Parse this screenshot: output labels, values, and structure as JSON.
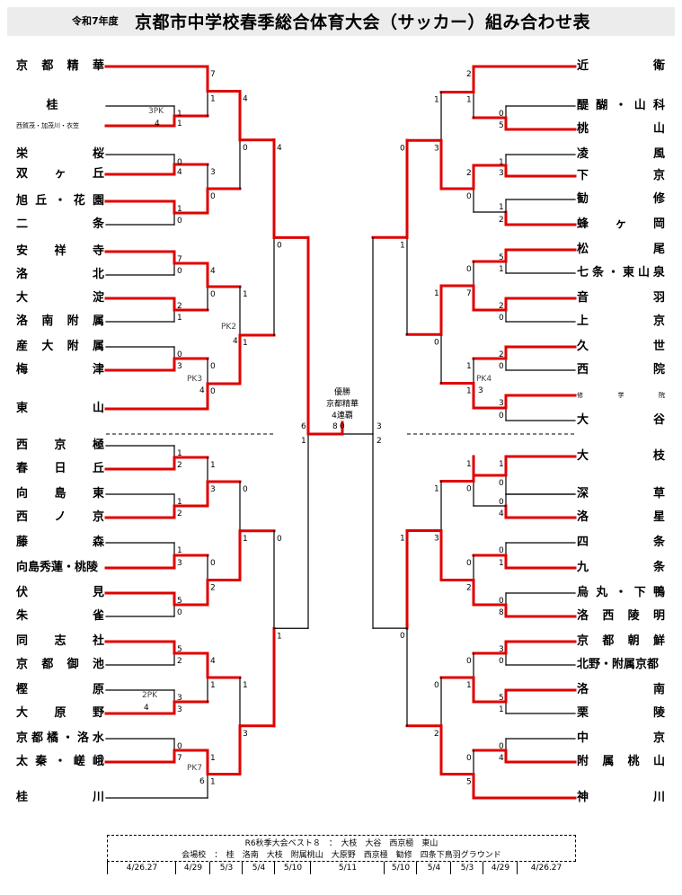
{
  "title": {
    "small": "令和7年度",
    "main": "京都市中学校春季総合体育大会（サッカー）組み合わせ表"
  },
  "colors": {
    "winner_line": "#e00000",
    "loser_line": "#000000"
  },
  "champion": {
    "label": "優勝",
    "team": "京都精華",
    "note": "4連覇"
  },
  "left_teams": [
    {
      "name": "京都精華",
      "small": false
    },
    {
      "name": "桂",
      "small": false,
      "center": true
    },
    {
      "name": "西賀茂・加茂川・衣笠",
      "small": true
    },
    {
      "name": "栄桜",
      "small": false
    },
    {
      "name": "双ヶ丘",
      "small": false
    },
    {
      "name": "旭丘・花園",
      "small": false
    },
    {
      "name": "二条",
      "small": false
    },
    {
      "name": "安祥寺",
      "small": false
    },
    {
      "name": "洛北",
      "small": false
    },
    {
      "name": "大淀",
      "small": false
    },
    {
      "name": "洛南附属",
      "small": false
    },
    {
      "name": "産大附属",
      "small": false
    },
    {
      "name": "梅津",
      "small": false
    },
    {
      "name": "東山",
      "small": false
    },
    {
      "name": "西京極",
      "small": false
    },
    {
      "name": "春日丘",
      "small": false
    },
    {
      "name": "向島東",
      "small": false
    },
    {
      "name": "西ノ京",
      "small": false
    },
    {
      "name": "藤森",
      "small": false
    },
    {
      "name": "向島秀蓮・桃陵",
      "small": false,
      "tight": true
    },
    {
      "name": "伏見",
      "small": false
    },
    {
      "name": "朱雀",
      "small": false
    },
    {
      "name": "同志社",
      "small": false
    },
    {
      "name": "京都御池",
      "small": false
    },
    {
      "name": "樫原",
      "small": false
    },
    {
      "name": "大原野",
      "small": false
    },
    {
      "name": "京都橘・洛水",
      "small": false
    },
    {
      "name": "太秦・嵯峨",
      "small": false
    },
    {
      "name": "桂川",
      "small": false
    }
  ],
  "right_teams": [
    {
      "name": "近衛",
      "small": false
    },
    {
      "name": "醍醐・山科",
      "small": false
    },
    {
      "name": "桃山",
      "small": false
    },
    {
      "name": "凌風",
      "small": false
    },
    {
      "name": "下京",
      "small": false
    },
    {
      "name": "勧修",
      "small": false
    },
    {
      "name": "蜂ヶ岡",
      "small": false
    },
    {
      "name": "松尾",
      "small": false
    },
    {
      "name": "七条・東山泉",
      "small": false
    },
    {
      "name": "音羽",
      "small": false
    },
    {
      "name": "上京",
      "small": false
    },
    {
      "name": "久世",
      "small": false
    },
    {
      "name": "西院",
      "small": false
    },
    {
      "name": "修学院",
      "small": true,
      "wide": true
    },
    {
      "name": "大谷",
      "small": false
    },
    {
      "name": "大枝",
      "small": false
    },
    {
      "name": "深草",
      "small": false
    },
    {
      "name": "洛星",
      "small": false
    },
    {
      "name": "四条",
      "small": false
    },
    {
      "name": "九条",
      "small": false
    },
    {
      "name": "烏丸・下鴨",
      "small": false
    },
    {
      "name": "洛西陵明",
      "small": false
    },
    {
      "name": "京都朝鮮",
      "small": false
    },
    {
      "name": "北野・附属京都",
      "small": false,
      "tight": true
    },
    {
      "name": "洛南",
      "small": false
    },
    {
      "name": "栗陵",
      "small": false
    },
    {
      "name": "中京",
      "small": false
    },
    {
      "name": "附属桃山",
      "small": false
    },
    {
      "name": "神川",
      "small": false
    }
  ],
  "footer": {
    "best8": "R6秋季大会ベスト８　：　大枝　大谷　西京極　東山",
    "venues": "会場校　：　桂　洛南　大枝　附属桃山　大原野　西京極　勧修　四条下鳥羽グラウンド",
    "dates": [
      "4/26.27",
      "4/29",
      "5/3",
      "5/4",
      "5/10",
      "5/11",
      "5/10",
      "5/4",
      "5/3",
      "4/29",
      "4/26.27"
    ]
  }
}
